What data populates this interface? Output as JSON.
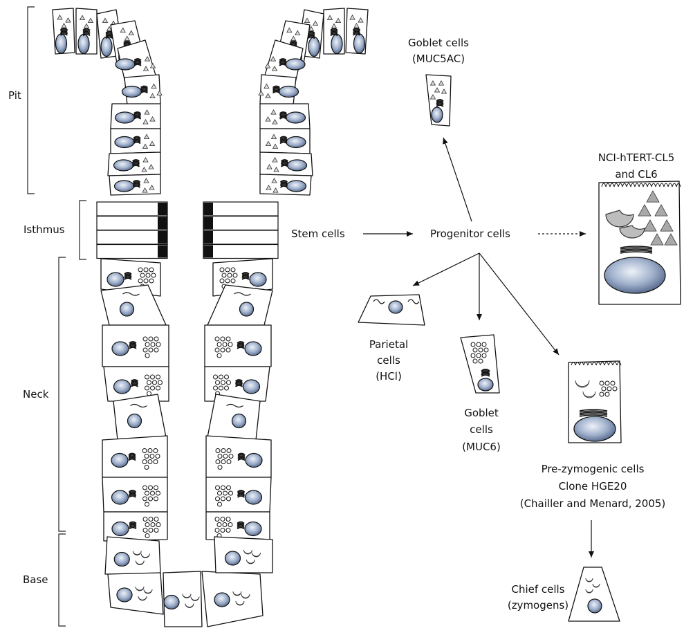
{
  "zones": {
    "pit": "Pit",
    "isthmus": "Isthmus",
    "neck": "Neck",
    "base": "Base"
  },
  "flow": {
    "stem": "Stem cells",
    "progenitor": "Progenitor cells"
  },
  "goblet_muc5ac": {
    "line1": "Goblet cells",
    "line2": "(MUC5AC)"
  },
  "nci": {
    "line1": "NCI-hTERT-CL5",
    "line2": "and CL6"
  },
  "parietal": {
    "line1": "Parietal",
    "line2": "cells",
    "line3": "(HCl)"
  },
  "goblet_muc6": {
    "line1": "Goblet",
    "line2": "cells",
    "line3": "(MUC6)"
  },
  "prezymogenic": {
    "line1": "Pre-zymogenic cells",
    "line2": "Clone HGE20",
    "line3": "(Chailler and Menard, 2005)"
  },
  "chief": {
    "line1": "Chief cells",
    "line2": "(zymogens)"
  },
  "colors": {
    "nucleus": "#8f9fbf",
    "nucleus_light": "#dfe6f2",
    "zymogen": "#f3d9d5",
    "granule": "#bdbdbd",
    "stroke": "#111111"
  }
}
